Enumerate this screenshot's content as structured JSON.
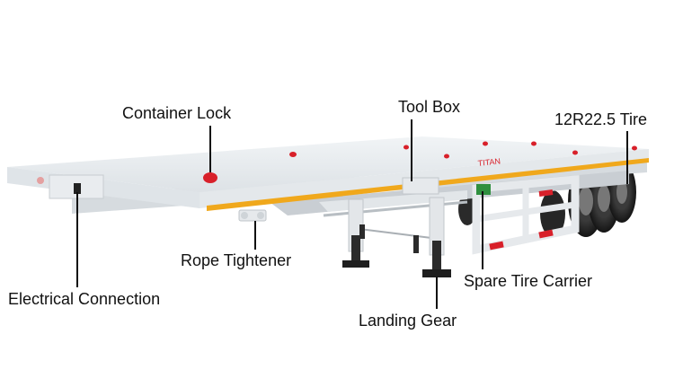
{
  "labels": {
    "container_lock": "Container Lock",
    "tool_box": "Tool Box",
    "tire": "12R22.5 Tire",
    "rope_tightener": "Rope Tightener",
    "spare_tire_carrier": "Spare Tire Carrier",
    "electrical_connection": "Electrical Connection",
    "landing_gear": "Landing Gear"
  },
  "brand_mark": "TITAN",
  "colors": {
    "deck": "#e8ecef",
    "frame": "#dfe3e7",
    "reflective_strip": "#f0a81c",
    "container_lock": "#d8202a",
    "tire": "#1e1e1e",
    "warning_stripe": "#d8202a",
    "leader_line": "#111111"
  }
}
